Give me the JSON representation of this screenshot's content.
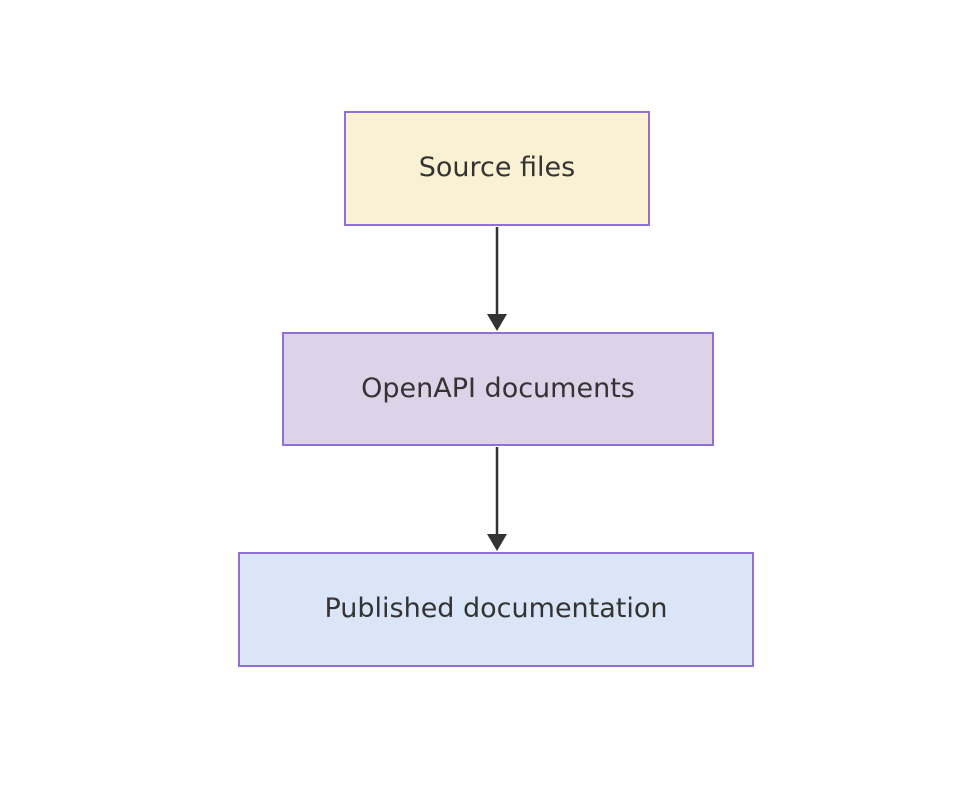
{
  "diagram": {
    "type": "flowchart",
    "direction": "top-down",
    "nodes": [
      {
        "id": "source",
        "label": "Source files",
        "fill": "#faf0d2",
        "border": "#8f70d4",
        "text_color": "#333333"
      },
      {
        "id": "openapi",
        "label": "OpenAPI documents",
        "fill": "#ded2e8",
        "border": "#8f70d4",
        "text_color": "#333333"
      },
      {
        "id": "published",
        "label": "Published documentation",
        "fill": "#dbe5f8",
        "border": "#8f70d4",
        "text_color": "#333333"
      }
    ],
    "edges": [
      {
        "from": "Source files",
        "to": "OpenAPI documents",
        "style": "solid-arrow"
      },
      {
        "from": "OpenAPI documents",
        "to": "Published documentation",
        "style": "solid-arrow"
      }
    ],
    "colors": {
      "background": "#ffffff",
      "arrow": "#333333"
    }
  }
}
